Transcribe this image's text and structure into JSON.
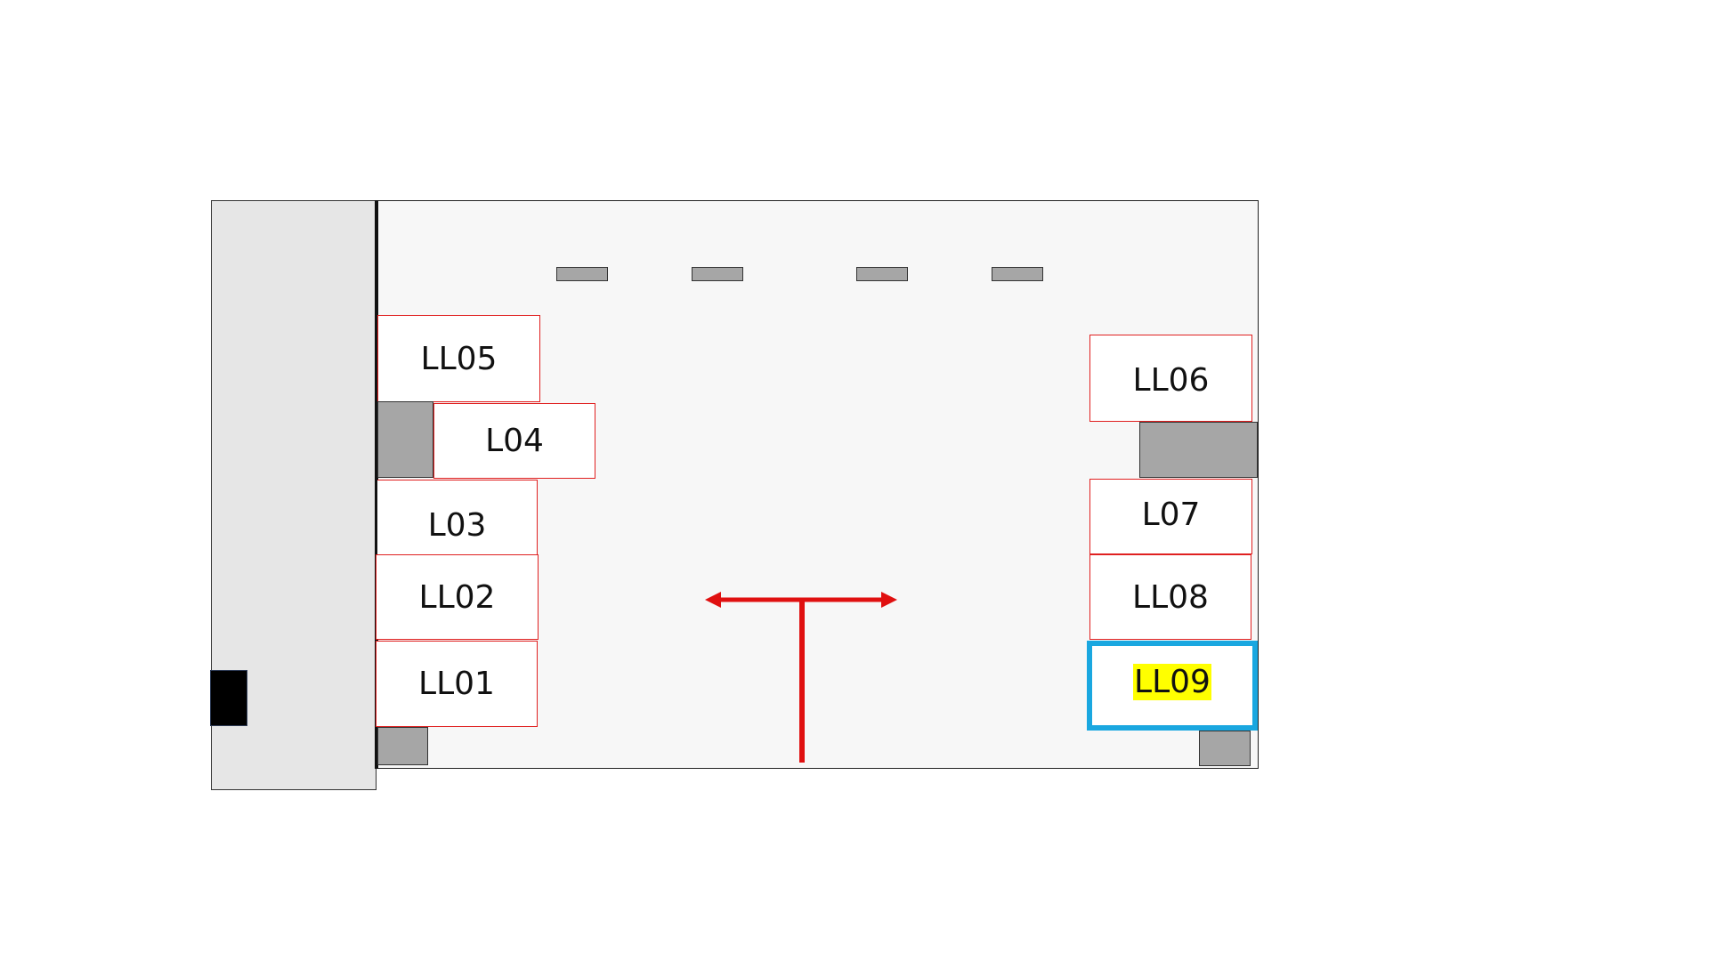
{
  "slots": {
    "ll05": "LL05",
    "l04": "L04",
    "l03": "L03",
    "ll02": "LL02",
    "ll01": "LL01",
    "ll06": "LL06",
    "l07": "L07",
    "ll08": "LL08",
    "ll09": "LL09"
  },
  "selected_slot": "LL09",
  "colors": {
    "slot_border": "#e02020",
    "selected_border": "#1aa7e0",
    "highlight": "#ffff00",
    "arrow": "#e01010",
    "fixture": "#a6a6a6"
  }
}
